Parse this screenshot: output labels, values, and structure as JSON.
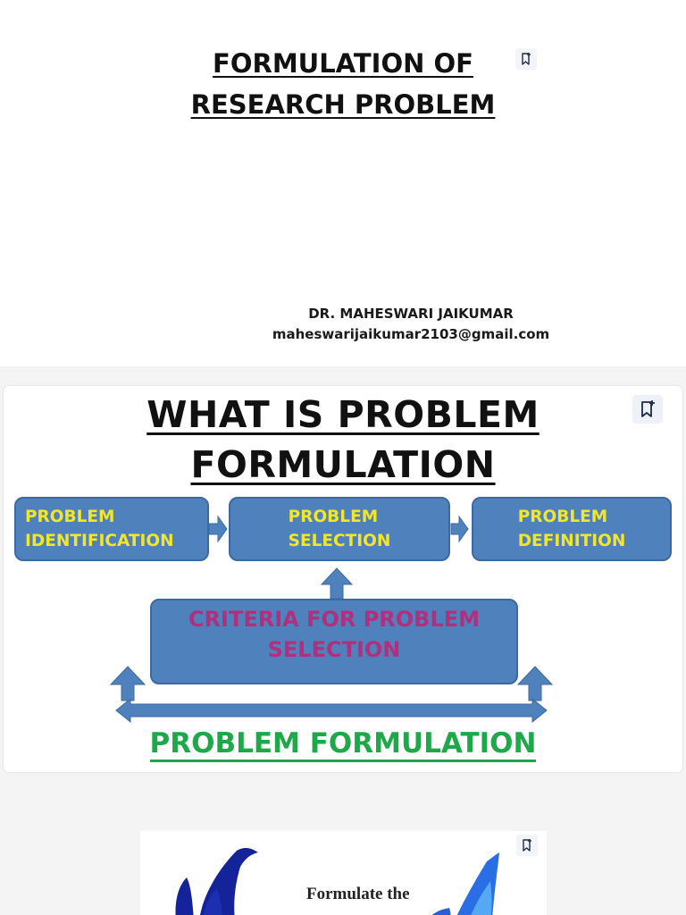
{
  "slides": [
    {
      "title_line1": "FORMULATION OF",
      "title_line2": "RESEARCH PROBLEM",
      "author_name": "DR. MAHESWARI JAIKUMAR",
      "author_email": "maheswarijaikumar2103@gmail.com",
      "bookmark_icon": "bookmark-add-icon"
    },
    {
      "title_line1": "WHAT IS PROBLEM",
      "title_line2": "FORMULATION",
      "flow": {
        "identification": "PROBLEM\nIDENTIFICATION",
        "selection": "PROBLEM\nSELECTION",
        "definition": "PROBLEM\nDEFINITION"
      },
      "criteria": "CRITERIA FOR PROBLEM\nSELECTION",
      "footer": "PROBLEM FORMULATION",
      "bookmark_icon": "bookmark-add-icon",
      "colors": {
        "box_fill": "#4f81bd",
        "box_text": "#f3e62a",
        "criteria_text": "#b0307e",
        "footer_text": "#1ea84a"
      }
    },
    {
      "caption": "Formulate the",
      "bookmark_icon": "bookmark-add-icon"
    }
  ]
}
